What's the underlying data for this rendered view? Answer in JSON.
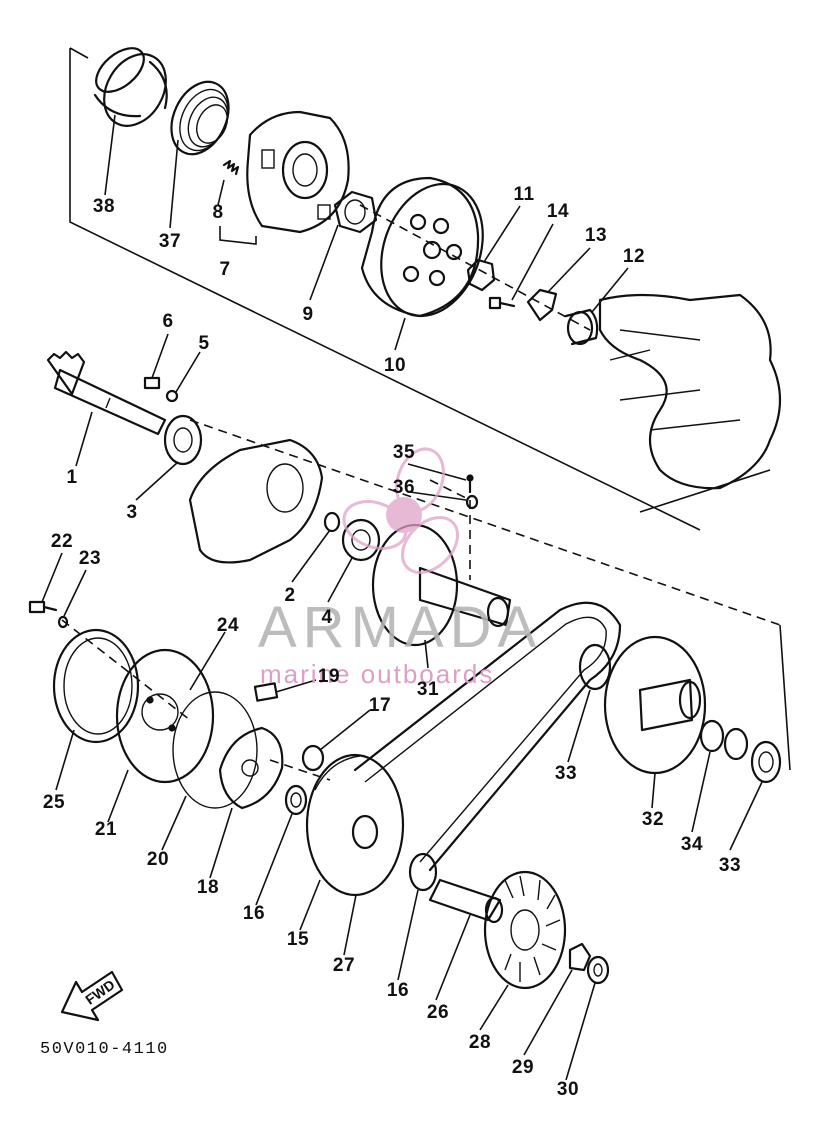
{
  "drawing_code": "50V010-4110",
  "fwd_label": "FWD",
  "watermark": {
    "name": "ARMADA",
    "tagline": "marine outboards",
    "color": "#e0a2c8"
  },
  "callouts": [
    {
      "id": "c38",
      "text": "38"
    },
    {
      "id": "c37",
      "text": "37"
    },
    {
      "id": "c8",
      "text": "8"
    },
    {
      "id": "c7",
      "text": "7"
    },
    {
      "id": "c9",
      "text": "9"
    },
    {
      "id": "c10",
      "text": "10"
    },
    {
      "id": "c11",
      "text": "11"
    },
    {
      "id": "c14",
      "text": "14"
    },
    {
      "id": "c13",
      "text": "13"
    },
    {
      "id": "c12",
      "text": "12"
    },
    {
      "id": "c6",
      "text": "6"
    },
    {
      "id": "c5",
      "text": "5"
    },
    {
      "id": "c1",
      "text": "1"
    },
    {
      "id": "c3",
      "text": "3"
    },
    {
      "id": "c35",
      "text": "35"
    },
    {
      "id": "c36",
      "text": "36"
    },
    {
      "id": "c22",
      "text": "22"
    },
    {
      "id": "c23",
      "text": "23"
    },
    {
      "id": "c2",
      "text": "2"
    },
    {
      "id": "c4",
      "text": "4"
    },
    {
      "id": "c24",
      "text": "24"
    },
    {
      "id": "c19",
      "text": "19"
    },
    {
      "id": "c31",
      "text": "31"
    },
    {
      "id": "c17",
      "text": "17"
    },
    {
      "id": "c25",
      "text": "25"
    },
    {
      "id": "c21",
      "text": "21"
    },
    {
      "id": "c20",
      "text": "20"
    },
    {
      "id": "c18",
      "text": "18"
    },
    {
      "id": "c16a",
      "text": "16"
    },
    {
      "id": "c15",
      "text": "15"
    },
    {
      "id": "c27",
      "text": "27"
    },
    {
      "id": "c16b",
      "text": "16"
    },
    {
      "id": "c26",
      "text": "26"
    },
    {
      "id": "c28",
      "text": "28"
    },
    {
      "id": "c29",
      "text": "29"
    },
    {
      "id": "c30",
      "text": "30"
    },
    {
      "id": "c33a",
      "text": "33"
    },
    {
      "id": "c32",
      "text": "32"
    },
    {
      "id": "c34",
      "text": "34"
    },
    {
      "id": "c33b",
      "text": "33"
    }
  ]
}
